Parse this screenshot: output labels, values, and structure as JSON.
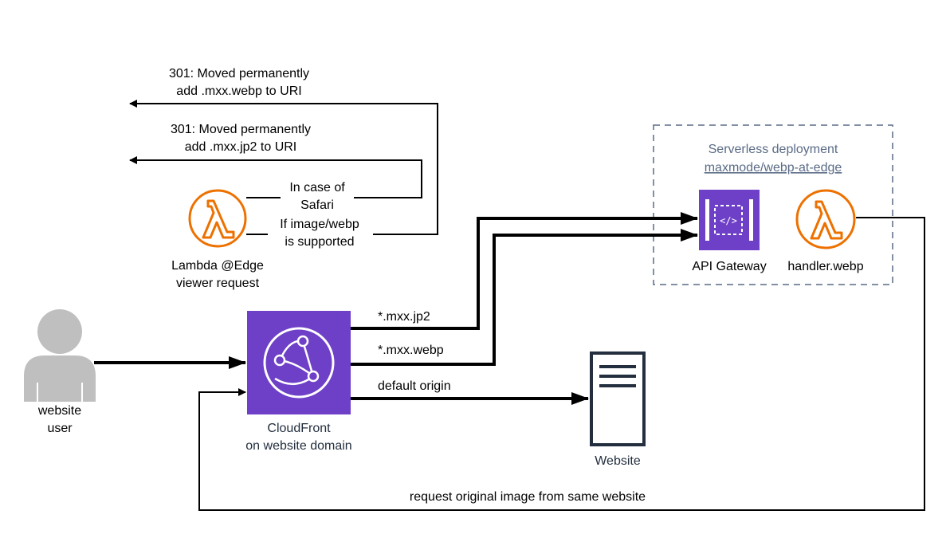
{
  "colors": {
    "lambda_orange": "#ed7100",
    "aws_purple": "#6e3fc7",
    "group_border": "#5a6b86",
    "server_navy": "#232f3e",
    "user_gray": "#bfbfbf"
  },
  "user": {
    "label_line1": "website",
    "label_line2": "user",
    "icon": "user-icon"
  },
  "lambda_edge": {
    "icon": "lambda-icon",
    "label_line1": "Lambda @Edge",
    "label_line2": "viewer request"
  },
  "redirects": {
    "webp": {
      "line1": "301: Moved permanently",
      "prefix": "add ",
      "ext": ".mxx.webp",
      "suffix": " to URI"
    },
    "jp2": {
      "line1": "301: Moved permanently",
      "prefix": "add ",
      "ext": ".mxx.jp2",
      "suffix": " to URI"
    }
  },
  "conditions": {
    "safari_line1": "In case of",
    "safari_line2": "Safari",
    "webp_line1": "If image/webp",
    "webp_line2": "is supported"
  },
  "cloudfront": {
    "icon": "cloudfront-icon",
    "label_line1": "CloudFront",
    "label_line2": "on website domain"
  },
  "routes": {
    "jp2": "*.mxx.jp2",
    "webp": "*.mxx.webp",
    "default": "default origin"
  },
  "website": {
    "icon": "server-icon",
    "label": "Website"
  },
  "serverless": {
    "title": "Serverless deployment",
    "link": "maxmode/webp-at-edge",
    "api_gateway_label": "API Gateway",
    "api_gateway_icon": "api-gateway-icon",
    "handler_label": "handler.webp",
    "handler_icon": "lambda-icon"
  },
  "loopback_label": "request original image from same website"
}
